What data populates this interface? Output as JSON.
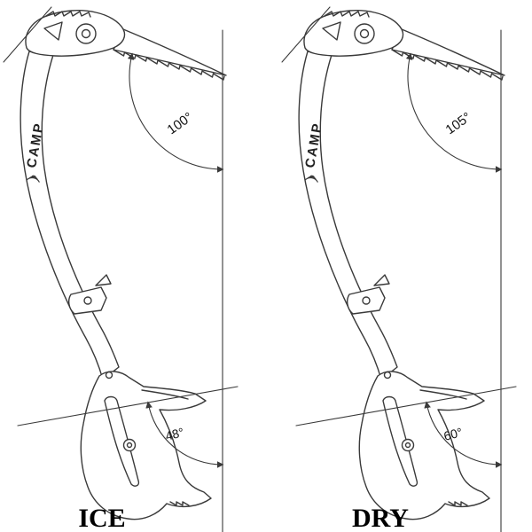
{
  "colors": {
    "line": "#3a3a3a",
    "text": "#000000",
    "background": "#ffffff"
  },
  "tools": [
    {
      "label": "ICE",
      "brand": "CAMP",
      "top_angle": "100°",
      "bottom_angle": "48°"
    },
    {
      "label": "DRY",
      "brand": "CAMP",
      "top_angle": "105°",
      "bottom_angle": "60°"
    }
  ]
}
